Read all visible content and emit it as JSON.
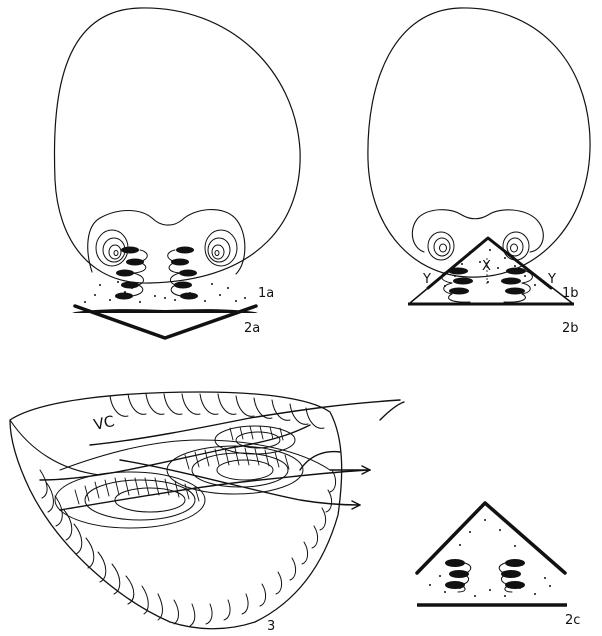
{
  "figures": [
    {
      "id": "fig-1a",
      "label": "1a"
    },
    {
      "id": "fig-1b",
      "label": "1b"
    },
    {
      "id": "fig-2a",
      "label": "2a"
    },
    {
      "id": "fig-2b",
      "label": "2b",
      "annotations": [
        "Y",
        "X",
        "Y"
      ]
    },
    {
      "id": "fig-3",
      "label": "3",
      "annotation": "VC"
    },
    {
      "id": "fig-2c",
      "label": "2c"
    }
  ],
  "colors": {
    "ink": "#111111",
    "paper": "#ffffff"
  }
}
